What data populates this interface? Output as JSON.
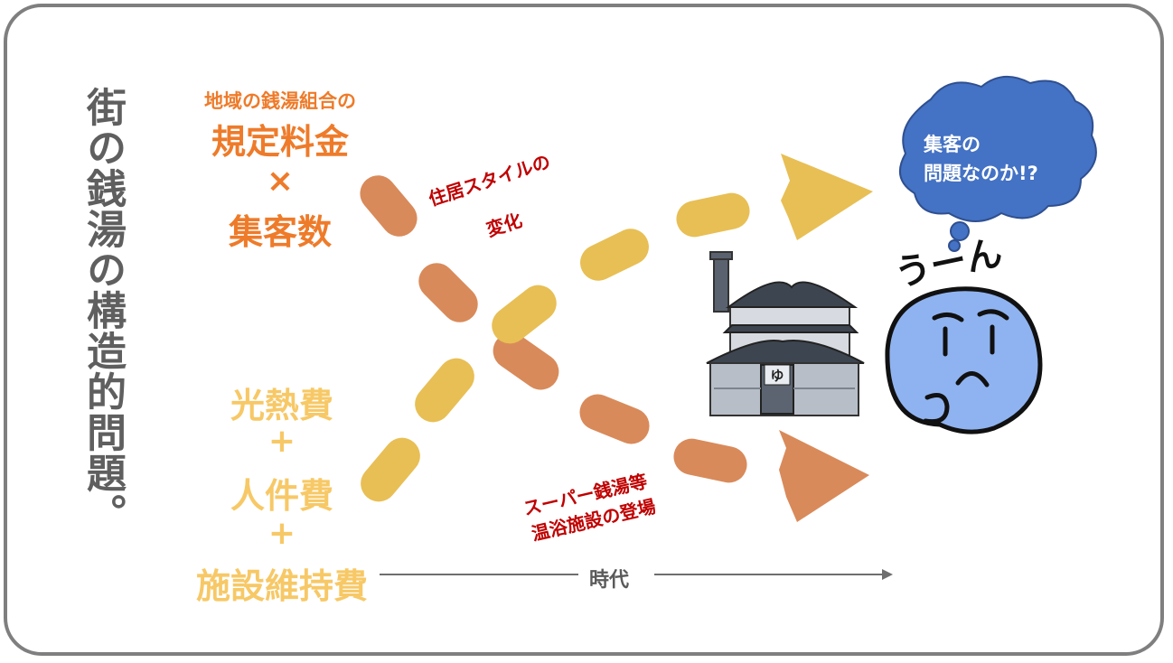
{
  "title": "街の銭湯の構造的問題。",
  "left_top": {
    "line1": "地域の銭湯組合の",
    "line2": "規定料金",
    "op": "×",
    "line3": "集客数"
  },
  "left_bottom": {
    "item1": "光熱費",
    "op1": "+",
    "item2": "人件費",
    "op2": "+",
    "item3": "施設維持費"
  },
  "notes": {
    "upper_line1": "住居スタイルの",
    "upper_line2": "変化",
    "lower_line1": "スーパー銭湯等",
    "lower_line2": "温浴施設の登場"
  },
  "timeline_label": "時代",
  "thought_bubble": {
    "line1": "集客の",
    "line2": "問題なのか!?"
  },
  "character_text": "うーん",
  "bathhouse_sign": "ゆ",
  "colors": {
    "orange_text": "#ee7b2a",
    "yellow_text": "#f7c866",
    "orange_dash": "#d98a5a",
    "yellow_dash": "#e8bf55",
    "note_red": "#c00000",
    "bubble_blue": "#4472c4",
    "face_blue": "#8fb3f0",
    "frame_gray": "#7f7f7f"
  },
  "icons": [
    "bathhouse-icon",
    "worried-face-icon",
    "thought-bubble-icon",
    "arrow-right-icon"
  ]
}
